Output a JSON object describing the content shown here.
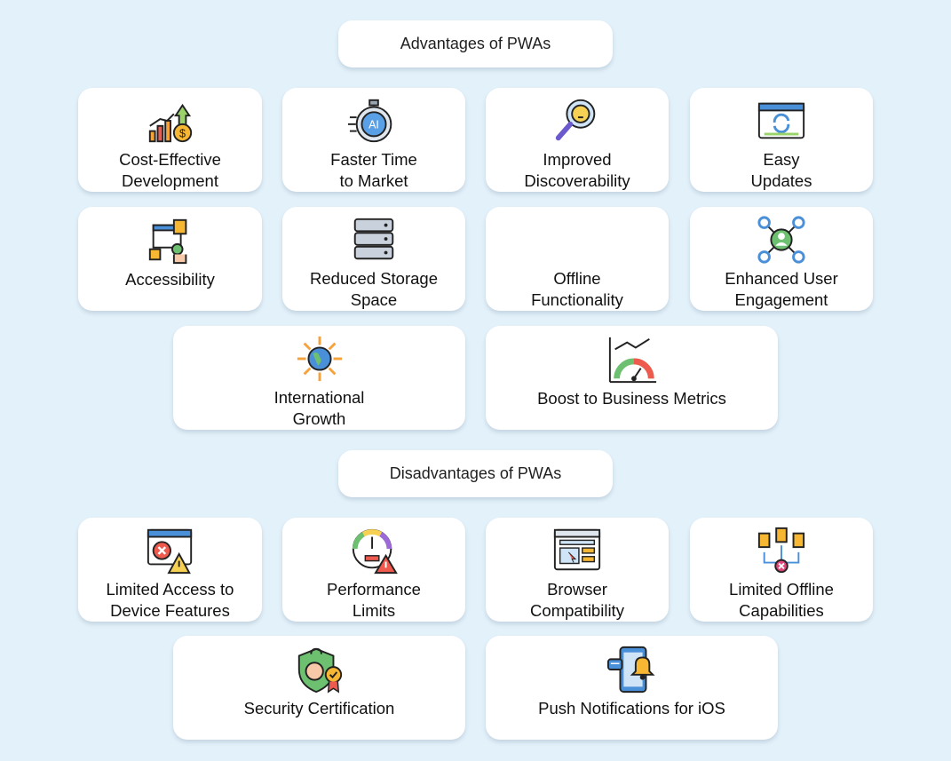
{
  "advantages": {
    "header": "Advantages of PWAs",
    "items": [
      {
        "label": "Cost-Effective\nDevelopment",
        "icon": "growth-chart-dollar-icon"
      },
      {
        "label": "Faster Time\nto Market",
        "icon": "ai-stopwatch-icon"
      },
      {
        "label": "Improved\nDiscoverability",
        "icon": "magnifier-lightbulb-icon"
      },
      {
        "label": "Easy\nUpdates",
        "icon": "browser-refresh-icon"
      },
      {
        "label": "Accessibility",
        "icon": "accessible-dashboard-icon"
      },
      {
        "label": "Reduced Storage\nSpace",
        "icon": "server-stack-icon"
      },
      {
        "label": "Offline\nFunctionality",
        "icon": ""
      },
      {
        "label": "Enhanced User\nEngagement",
        "icon": "user-network-icon"
      },
      {
        "label": "International\nGrowth",
        "icon": "globe-arrows-icon"
      },
      {
        "label": "Boost to Business Metrics",
        "icon": "gauge-trend-icon"
      }
    ]
  },
  "disadvantages": {
    "header": "Disadvantages of PWAs",
    "items": [
      {
        "label": "Limited Access to\nDevice Features",
        "icon": "browser-error-icon"
      },
      {
        "label": "Performance\nLimits",
        "icon": "speedometer-warning-icon"
      },
      {
        "label": "Browser\nCompatibility",
        "icon": "browser-window-icon"
      },
      {
        "label": "Limited Offline\nCapabilities",
        "icon": "blocked-network-icon"
      },
      {
        "label": "Security Certification",
        "icon": "shield-certificate-icon"
      },
      {
        "label": "Push Notifications for iOS",
        "icon": "phone-bell-icon"
      }
    ]
  }
}
